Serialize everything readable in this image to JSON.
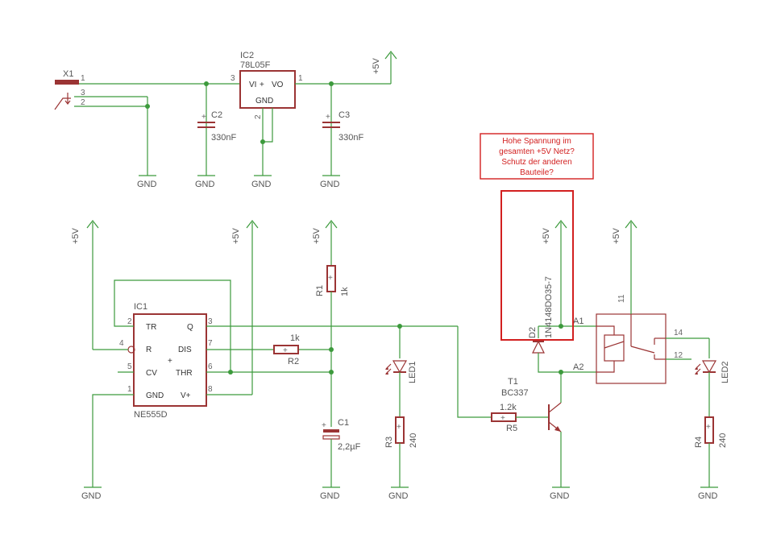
{
  "top": {
    "x1": {
      "ref": "X1",
      "pins": [
        "1",
        "3",
        "2"
      ]
    },
    "ic2": {
      "ref": "IC2",
      "value": "78L05F",
      "vi": "VI",
      "vo": "VO",
      "gnd": "GND",
      "pin1": "1",
      "pin2": "2",
      "pin3": "3"
    },
    "c2": {
      "ref": "C2",
      "value": "330nF"
    },
    "c3": {
      "ref": "C3",
      "value": "330nF"
    },
    "supply": "+5V",
    "gnd": "GND"
  },
  "timer": {
    "ic1": {
      "ref": "IC1",
      "value": "NE555D",
      "tr": "TR",
      "q": "Q",
      "r": "R",
      "dis": "DIS",
      "cv": "CV",
      "thr": "THR",
      "gnd": "GND",
      "vplus": "V+",
      "p2": "2",
      "p3": "3",
      "p4": "4",
      "p7": "7",
      "p5": "5",
      "p6": "6",
      "p1": "1",
      "p8": "8"
    },
    "r1": {
      "ref": "R1",
      "value": "1k"
    },
    "r2": {
      "ref": "R2",
      "value": "1k"
    },
    "c1": {
      "ref": "C1",
      "value": "2,2µF"
    },
    "r3": {
      "ref": "R3",
      "value": "240"
    },
    "led1": {
      "ref": "LED1"
    }
  },
  "driver": {
    "r5": {
      "ref": "R5",
      "value": "1.2k"
    },
    "t1": {
      "ref": "T1",
      "value": "BC337"
    },
    "d2": {
      "ref": "D2",
      "value": "1N4148DO35-7"
    },
    "a1": "A1",
    "a2": "A2",
    "relay": {
      "p11": "11",
      "p14": "14",
      "p12": "12"
    },
    "r4": {
      "ref": "R4",
      "value": "240"
    },
    "led2": {
      "ref": "LED2"
    }
  },
  "note": {
    "lines": [
      "Hohe Spannung im",
      "gesamten +5V Netz?",
      "Schutz der anderen",
      "Bauteile?"
    ]
  },
  "colors": {
    "wire": "#3c9a3c",
    "component": "#9b3434",
    "annotation": "#d22020"
  }
}
